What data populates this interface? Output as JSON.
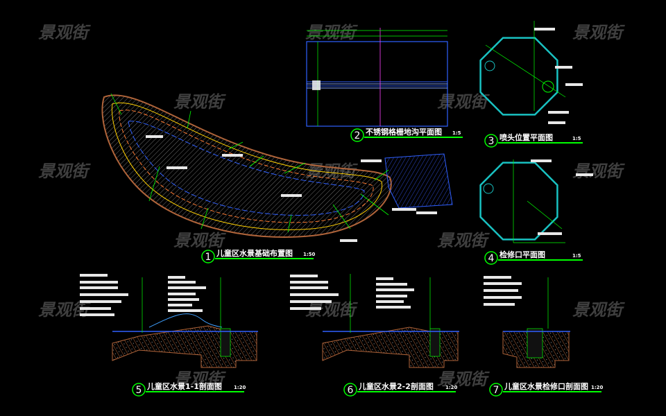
{
  "watermark": "景观街",
  "colors": {
    "background": "#000000",
    "leader": "#00ff00",
    "outline": "#19c2c2",
    "hatch": "#8a8a8a",
    "soil": "#b0643a",
    "water": "#3060ff",
    "title_line": "#00ff00"
  },
  "drawings": [
    {
      "number": "1",
      "title": "儿童区水景基础布置图",
      "scale": "1:50"
    },
    {
      "number": "2",
      "title": "不锈钢格栅地沟平面图",
      "scale": "1:5"
    },
    {
      "number": "3",
      "title": "喷头位置平面图",
      "scale": "1:5"
    },
    {
      "number": "4",
      "title": "检修口平面图",
      "scale": "1:5"
    },
    {
      "number": "5",
      "title": "儿童区水景1-1剖面图",
      "scale": "1:20"
    },
    {
      "number": "6",
      "title": "儿童区水景2-2剖面图",
      "scale": "1:20"
    },
    {
      "number": "7",
      "title": "儿童区水景检修口剖面图",
      "scale": "1:20"
    }
  ]
}
